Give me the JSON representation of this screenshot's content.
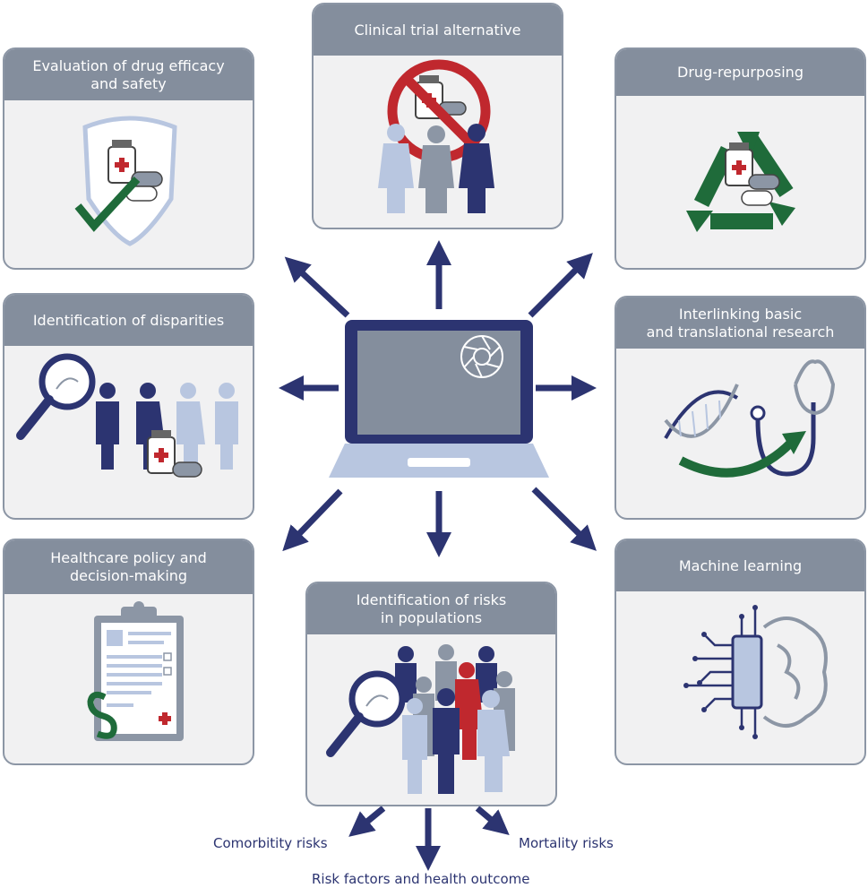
{
  "panels": {
    "clinical_trial": {
      "title": "Clinical trial alternative"
    },
    "drug_efficacy": {
      "title": "Evaluation of drug efficacy\nand safety"
    },
    "drug_repurposing": {
      "title": "Drug-repurposing"
    },
    "disparities": {
      "title": "Identification of disparities"
    },
    "interlinking": {
      "title": "Interlinking basic\nand translational research"
    },
    "healthcare_policy": {
      "title": "Healthcare policy and\ndecision-making"
    },
    "risks": {
      "title": "Identification of risks\nin populations"
    },
    "machine_learning": {
      "title": "Machine learning"
    }
  },
  "outcomes": {
    "comorbidity": "Comorbitity risks",
    "mortality": "Mortality risks",
    "risk_factors": "Risk factors and health outcome"
  },
  "colors": {
    "navy": "#2c3471",
    "light_blue": "#b8c6e0",
    "gray": "#8c96a5",
    "red": "#c0282e",
    "green": "#1f6b3a"
  },
  "icons": [
    "laptop-icon",
    "aperture-icon",
    "no-sign-icon",
    "shield-check-icon",
    "recycle-icon",
    "magnifier-dna-icon",
    "dna-stethoscope-icon",
    "clipboard-icon",
    "brain-circuit-icon",
    "people-icon"
  ]
}
